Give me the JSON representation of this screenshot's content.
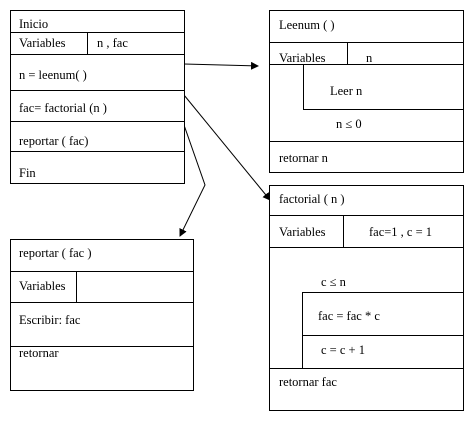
{
  "main": {
    "title": "Inicio",
    "variables_label": "Variables",
    "variables_value": "n , fac",
    "step1": "n = leenum( )",
    "step2": "fac= factorial (n )",
    "step3": "reportar ( fac)",
    "end": "Fin"
  },
  "leenum": {
    "title": "Leenum (  )",
    "variables_label": "Variables",
    "variables_value": "n",
    "loop_body": "Leer  n",
    "loop_condition": "n ≤  0",
    "return": "retornar   n"
  },
  "factorial": {
    "title": "factorial ( n )",
    "variables_label": "Variables",
    "variables_value": "fac=1   , c = 1",
    "loop_condition": "c   ≤   n",
    "loop_body_1": "fac  =  fac  *  c",
    "loop_body_2": "c   =  c + 1",
    "return": "retornar    fac"
  },
  "reportar": {
    "title": "reportar     ( fac )",
    "variables_label": "Variables",
    "write": "Escribir:  fac",
    "return": "retornar"
  }
}
